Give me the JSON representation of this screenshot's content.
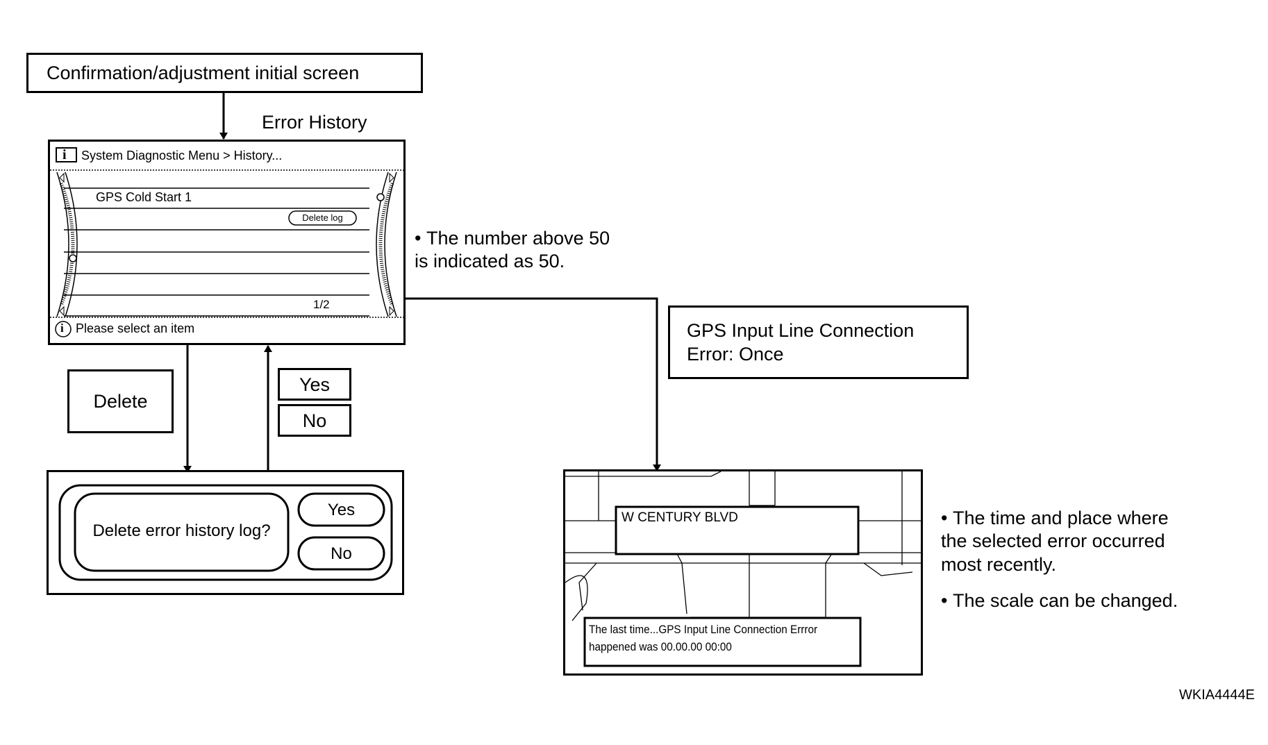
{
  "top_box": {
    "label": "Confirmation/adjustment initial screen"
  },
  "history_screen": {
    "caption": "Error History",
    "breadcrumb": "System Diagnostic Menu > History...",
    "item": "GPS Cold Start 1",
    "delete_log_button": "Delete log",
    "page_indicator": "1/2",
    "status": "Please select an item",
    "info_icon_glyph": "i"
  },
  "note_50": {
    "line1": "The number above 50",
    "line2": "is indicated as 50."
  },
  "delete_label": "Delete",
  "yes_no_labels": {
    "yes": "Yes",
    "no": "No"
  },
  "dialog": {
    "question": "Delete error history log?",
    "yes": "Yes",
    "no": "No"
  },
  "error_box": {
    "line1": "GPS Input Line Connection",
    "line2": "Error: Once"
  },
  "map_screen": {
    "street": "W CENTURY BLVD",
    "info_line1": "The last time...GPS Input Line Connection Errror",
    "info_line2": "happened was 00.00.00  00:00"
  },
  "notes_right": {
    "time_place_1": "The time and place where",
    "time_place_2": "the selected error occurred",
    "time_place_3": "most recently.",
    "scale": "The scale can be changed."
  },
  "figure_code": "WKIA4444E"
}
